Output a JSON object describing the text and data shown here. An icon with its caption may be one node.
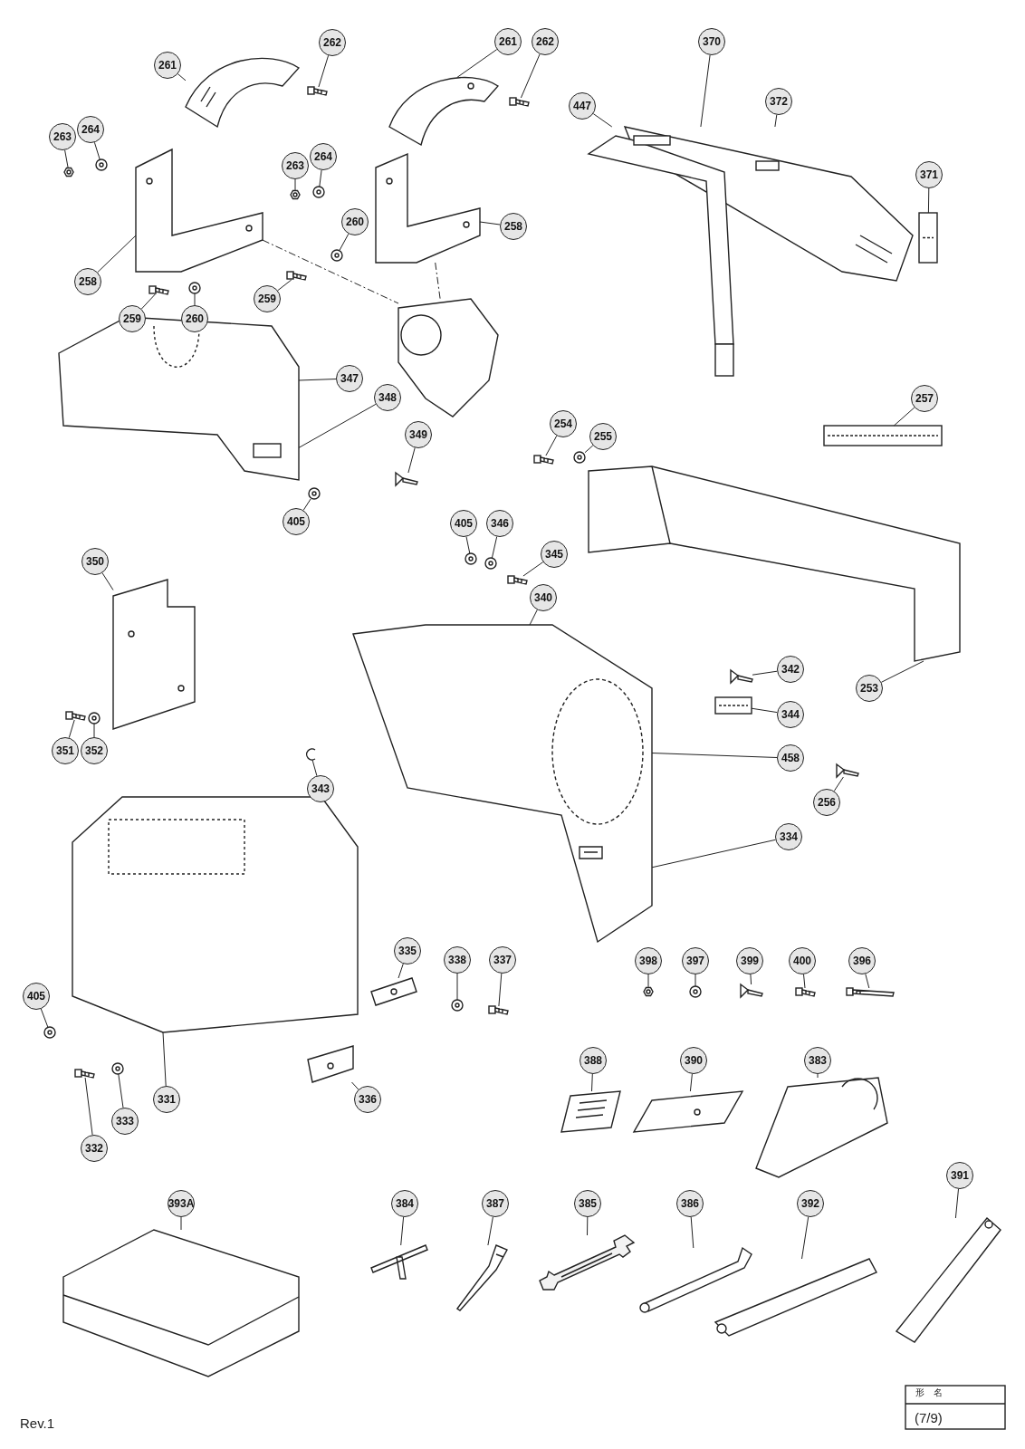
{
  "diagram": {
    "nodes": [
      {
        "text": [
          "262"
        ]
      },
      {
        "text": [
          "261"
        ]
      },
      {
        "text": [
          "264"
        ]
      },
      {
        "text": [
          "263"
        ]
      },
      {
        "text": [
          "258"
        ]
      },
      {
        "text": [
          "259"
        ]
      },
      {
        "text": [
          "260"
        ]
      },
      {
        "text": [
          "261"
        ]
      },
      {
        "text": [
          "262"
        ]
      },
      {
        "text": [
          "264"
        ]
      },
      {
        "text": [
          "263"
        ]
      },
      {
        "text": [
          "259"
        ]
      },
      {
        "text": [
          "260"
        ]
      },
      {
        "text": [
          "258"
        ]
      },
      {
        "text": [
          "370"
        ]
      },
      {
        "text": [
          "447"
        ]
      },
      {
        "text": [
          "372"
        ]
      },
      {
        "text": [
          "371"
        ]
      },
      {
        "text": [
          "347"
        ]
      },
      {
        "text": [
          "348"
        ]
      },
      {
        "text": [
          "349"
        ]
      },
      {
        "text": [
          "405"
        ]
      },
      {
        "text": [
          "254"
        ]
      },
      {
        "text": [
          "255"
        ]
      },
      {
        "text": [
          "257"
        ]
      },
      {
        "text": [
          "405"
        ]
      },
      {
        "text": [
          "346"
        ]
      },
      {
        "text": [
          "345"
        ]
      },
      {
        "text": [
          "350"
        ]
      },
      {
        "text": [
          "340"
        ]
      },
      {
        "text": [
          "342"
        ]
      },
      {
        "text": [
          "344"
        ]
      },
      {
        "text": [
          "458"
        ]
      },
      {
        "text": [
          "253"
        ]
      },
      {
        "text": [
          "256"
        ]
      },
      {
        "text": [
          "351"
        ]
      },
      {
        "text": [
          "352"
        ]
      },
      {
        "text": [
          "343"
        ]
      },
      {
        "text": [
          "334"
        ]
      },
      {
        "text": [
          "335"
        ]
      },
      {
        "text": [
          "338"
        ]
      },
      {
        "text": [
          "337"
        ]
      },
      {
        "text": [
          "405"
        ]
      },
      {
        "text": [
          "331"
        ]
      },
      {
        "text": [
          "333"
        ]
      },
      {
        "text": [
          "332"
        ]
      },
      {
        "text": [
          "336"
        ]
      },
      {
        "text": [
          "398"
        ]
      },
      {
        "text": [
          "397"
        ]
      },
      {
        "text": [
          "399"
        ]
      },
      {
        "text": [
          "400"
        ]
      },
      {
        "text": [
          "396"
        ]
      },
      {
        "text": [
          "388"
        ]
      },
      {
        "text": [
          "390"
        ]
      },
      {
        "text": [
          "383"
        ]
      },
      {
        "text": [
          "393A"
        ]
      },
      {
        "text": [
          "384"
        ]
      },
      {
        "text": [
          "387"
        ]
      },
      {
        "text": [
          "385"
        ]
      },
      {
        "text": [
          "386"
        ]
      },
      {
        "text": [
          "392"
        ]
      },
      {
        "text": [
          "391"
        ]
      },
      {
        "text": [],
        "shape": "screw"
      },
      {
        "text": [],
        "shape": "picture"
      },
      {
        "text": [],
        "shape": "washer"
      },
      {
        "text": [],
        "shape": "nut"
      },
      {
        "text": [],
        "shape": "picture"
      },
      {
        "text": [],
        "shape": "screw"
      },
      {
        "text": [],
        "shape": "washer"
      },
      {
        "text": [],
        "shape": "picture"
      },
      {
        "text": [],
        "shape": "screw"
      },
      {
        "text": [],
        "shape": "washer"
      },
      {
        "text": [],
        "shape": "nut"
      },
      {
        "text": [],
        "shape": "screw"
      },
      {
        "text": [],
        "shape": "washer"
      },
      {
        "text": [],
        "shape": "picture"
      },
      {
        "text": [],
        "shape": "picture"
      },
      {
        "text": [],
        "shape": "box"
      },
      {
        "text": [],
        "shape": "picture"
      },
      {
        "text": [],
        "shape": "bolt"
      },
      {
        "text": [],
        "shape": "washer"
      },
      {
        "text": [],
        "shape": "screw"
      },
      {
        "text": [],
        "shape": "washer"
      },
      {
        "text": [],
        "shape": "bar"
      },
      {
        "text": [],
        "shape": "washer"
      },
      {
        "text": [],
        "shape": "washer"
      },
      {
        "text": [],
        "shape": "screw"
      },
      {
        "text": [],
        "shape": "picture"
      },
      {
        "text": [],
        "shape": "picture"
      },
      {
        "text": [],
        "shape": "bolt"
      },
      {
        "text": [],
        "shape": "box"
      },
      {
        "text": [],
        "shape": "picture"
      },
      {
        "text": [],
        "shape": "bolt"
      },
      {
        "text": [],
        "shape": "screw"
      },
      {
        "text": [],
        "shape": "washer"
      },
      {
        "text": [],
        "shape": "ring"
      },
      {
        "text": [],
        "shape": "picture"
      },
      {
        "text": [],
        "shape": "washer"
      },
      {
        "text": [],
        "shape": "screw"
      },
      {
        "text": [],
        "shape": "washer"
      },
      {
        "text": [],
        "shape": "picture"
      },
      {
        "text": [],
        "shape": "washer"
      },
      {
        "text": [],
        "shape": "screw"
      },
      {
        "text": [],
        "shape": "picture"
      },
      {
        "text": [],
        "shape": "nut"
      },
      {
        "text": [],
        "shape": "washer"
      },
      {
        "text": [],
        "shape": "bolt"
      },
      {
        "text": [],
        "shape": "screw"
      },
      {
        "text": [],
        "shape": "screw"
      },
      {
        "text": [],
        "shape": "picture"
      },
      {
        "text": [],
        "shape": "picture"
      },
      {
        "text": [],
        "shape": "picture"
      },
      {
        "text": [],
        "shape": "picture"
      },
      {
        "text": [],
        "shape": "picture"
      },
      {
        "text": [],
        "shape": "picture"
      },
      {
        "text": [],
        "shape": "picture"
      },
      {
        "text": [],
        "shape": "picture"
      },
      {
        "text": [],
        "shape": "picture"
      },
      {
        "text": [],
        "shape": "picture"
      },
      {
        "text": [],
        "shape": "picture"
      }
    ],
    "edges": [
      {
        "from": 0,
        "to": 62,
        "arrow": "none"
      },
      {
        "from": 1,
        "to": 63,
        "arrow": "none"
      },
      {
        "from": 2,
        "to": 64,
        "arrow": "none"
      },
      {
        "from": 3,
        "to": 65,
        "arrow": "none"
      },
      {
        "from": 4,
        "to": 66,
        "arrow": "none"
      },
      {
        "from": 5,
        "to": 67,
        "arrow": "none"
      },
      {
        "from": 6,
        "to": 68,
        "arrow": "none"
      },
      {
        "from": 7,
        "to": 69,
        "arrow": "none"
      },
      {
        "from": 8,
        "to": 70,
        "arrow": "none"
      },
      {
        "from": 9,
        "to": 71,
        "arrow": "none"
      },
      {
        "from": 10,
        "to": 72,
        "arrow": "none"
      },
      {
        "from": 11,
        "to": 73,
        "arrow": "none"
      },
      {
        "from": 12,
        "to": 74,
        "arrow": "none"
      },
      {
        "from": 13,
        "to": 75,
        "arrow": "none"
      },
      {
        "from": 14,
        "to": 76,
        "arrow": "none"
      },
      {
        "from": 15,
        "to": 76,
        "arrow": "none"
      },
      {
        "from": 16,
        "to": 76,
        "arrow": "none"
      },
      {
        "from": 17,
        "to": 77,
        "arrow": "none"
      },
      {
        "from": 18,
        "to": 78,
        "arrow": "none"
      },
      {
        "from": 19,
        "to": 78,
        "arrow": "none"
      },
      {
        "from": 20,
        "to": 79,
        "arrow": "none"
      },
      {
        "from": 21,
        "to": 80,
        "arrow": "none"
      },
      {
        "from": 22,
        "to": 81,
        "arrow": "none"
      },
      {
        "from": 23,
        "to": 82,
        "arrow": "none"
      },
      {
        "from": 24,
        "to": 83,
        "arrow": "none"
      },
      {
        "from": 25,
        "to": 84,
        "arrow": "none"
      },
      {
        "from": 26,
        "to": 85,
        "arrow": "none"
      },
      {
        "from": 27,
        "to": 86,
        "arrow": "none"
      },
      {
        "from": 28,
        "to": 87,
        "arrow": "none"
      },
      {
        "from": 29,
        "to": 88,
        "arrow": "none"
      },
      {
        "from": 30,
        "to": 89,
        "arrow": "none"
      },
      {
        "from": 31,
        "to": 90,
        "arrow": "none"
      },
      {
        "from": 32,
        "to": 88,
        "arrow": "none"
      },
      {
        "from": 33,
        "to": 91,
        "arrow": "none"
      },
      {
        "from": 34,
        "to": 92,
        "arrow": "none"
      },
      {
        "from": 35,
        "to": 93,
        "arrow": "none"
      },
      {
        "from": 36,
        "to": 94,
        "arrow": "none"
      },
      {
        "from": 37,
        "to": 95,
        "arrow": "none"
      },
      {
        "from": 38,
        "to": 88,
        "arrow": "none"
      },
      {
        "from": 39,
        "to": 96,
        "arrow": "none"
      },
      {
        "from": 40,
        "to": 97,
        "arrow": "none"
      },
      {
        "from": 41,
        "to": 98,
        "arrow": "none"
      },
      {
        "from": 42,
        "to": 99,
        "arrow": "none"
      },
      {
        "from": 43,
        "to": 100,
        "arrow": "none"
      },
      {
        "from": 44,
        "to": 101,
        "arrow": "none"
      },
      {
        "from": 45,
        "to": 102,
        "arrow": "none"
      },
      {
        "from": 46,
        "to": 103,
        "arrow": "none"
      },
      {
        "from": 47,
        "to": 104,
        "arrow": "none"
      },
      {
        "from": 48,
        "to": 105,
        "arrow": "none"
      },
      {
        "from": 49,
        "to": 106,
        "arrow": "none"
      },
      {
        "from": 50,
        "to": 107,
        "arrow": "none"
      },
      {
        "from": 51,
        "to": 108,
        "arrow": "none"
      },
      {
        "from": 52,
        "to": 109,
        "arrow": "none"
      },
      {
        "from": 53,
        "to": 110,
        "arrow": "none"
      },
      {
        "from": 54,
        "to": 111,
        "arrow": "none"
      },
      {
        "from": 55,
        "to": 112,
        "arrow": "none"
      },
      {
        "from": 56,
        "to": 113,
        "arrow": "none"
      },
      {
        "from": 57,
        "to": 114,
        "arrow": "none"
      },
      {
        "from": 58,
        "to": 115,
        "arrow": "none"
      },
      {
        "from": 59,
        "to": 116,
        "arrow": "none"
      },
      {
        "from": 60,
        "to": 117,
        "arrow": "none"
      },
      {
        "from": 61,
        "to": 118,
        "arrow": "none"
      },
      {
        "from": 66,
        "to": 119,
        "arrow": "none",
        "style": "dashed"
      },
      {
        "from": 75,
        "to": 119,
        "arrow": "none",
        "style": "dashed"
      }
    ],
    "labels": [
      "Rev.1",
      "形　名",
      "(7/9)"
    ]
  }
}
